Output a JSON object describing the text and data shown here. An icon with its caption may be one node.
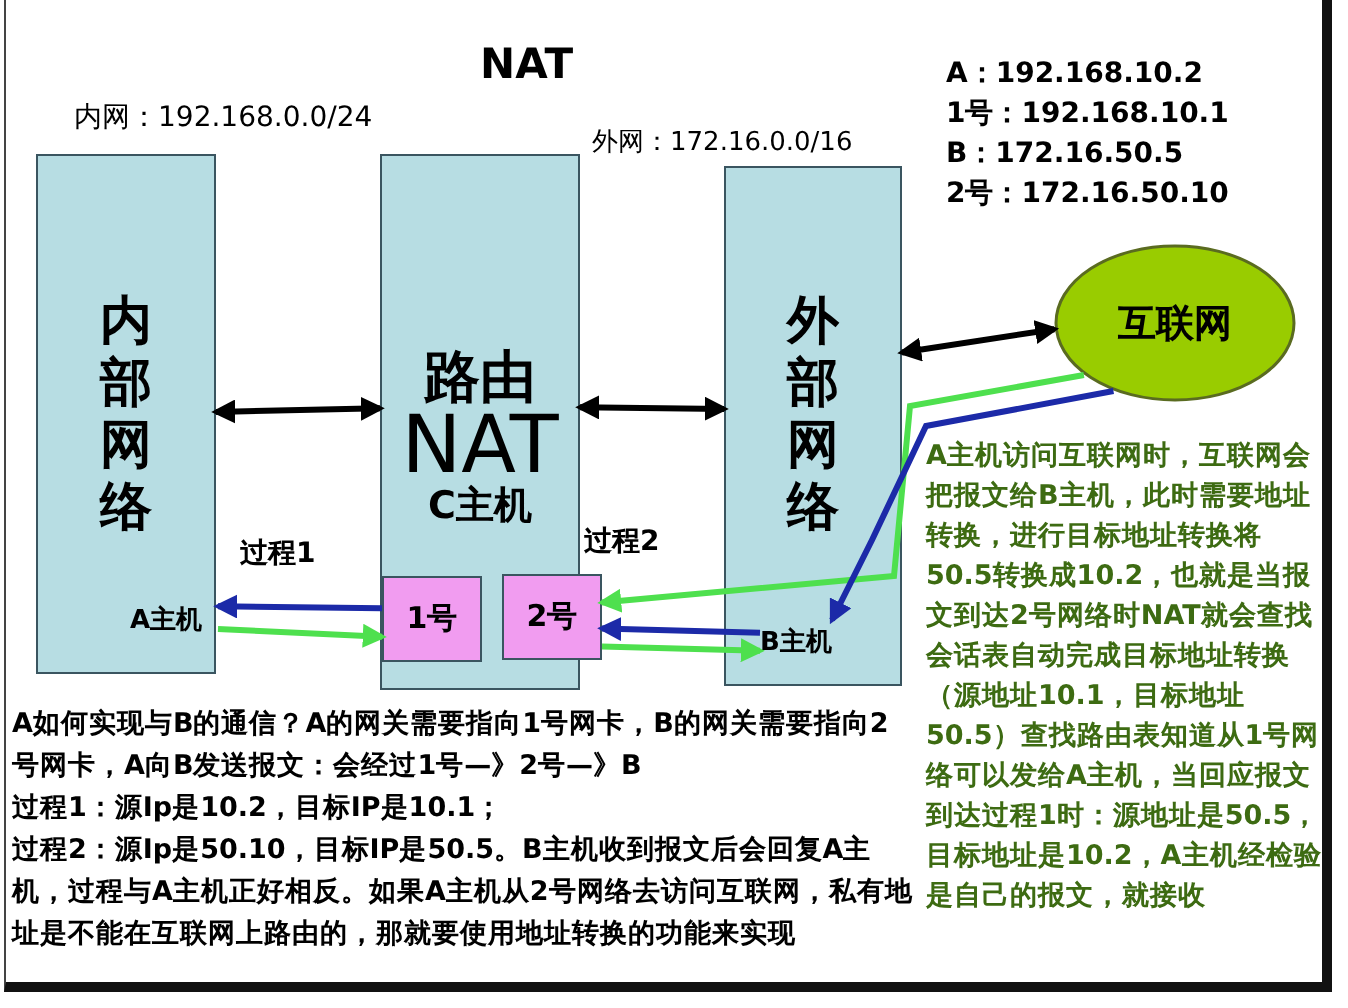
{
  "diagram": {
    "title": "NAT",
    "nodes": [
      {
        "text": [
          "内部网络"
        ]
      },
      {
        "text": [
          "路由",
          "NAT",
          "C主机"
        ]
      },
      {
        "text": [
          "1号"
        ],
        "in": 1
      },
      {
        "text": [
          "2号"
        ]
      },
      {
        "text": [
          "外部网络"
        ]
      },
      {
        "text": [
          "互联网"
        ]
      },
      {
        "text": [
          "A主机"
        ],
        "in": 0
      },
      {
        "text": [
          "B主机"
        ],
        "in": 4
      }
    ],
    "edges": [
      {
        "from": 0,
        "to": 1,
        "arrow": "both"
      },
      {
        "from": 1,
        "to": 4,
        "arrow": "both"
      },
      {
        "from": 5,
        "to": 4,
        "arrow": "both"
      },
      {
        "from": 2,
        "to": 6,
        "arrow": "to",
        "color": "#1c2aa8"
      },
      {
        "from": 6,
        "to": 2,
        "arrow": "to",
        "color": "#4ee04e"
      },
      {
        "from": 5,
        "to": 3,
        "arrow": "to",
        "color": "#4ee04e"
      },
      {
        "from": 5,
        "to": 7,
        "arrow": "to",
        "color": "#1c2aa8"
      },
      {
        "from": 7,
        "to": 3,
        "arrow": "to",
        "color": "#1c2aa8"
      },
      {
        "from": 3,
        "to": 7,
        "arrow": "to",
        "color": "#4ee04e"
      }
    ],
    "labels": [
      "内网：192.168.0.0/24",
      "外网：172.16.0.0/16",
      "A：192.168.10.2",
      "1号：192.168.10.1",
      "B：172.16.50.5",
      "2号：172.16.50.10",
      "过程1",
      "过程2",
      "A如何实现与B的通信？A的网关需要指向1号网卡，B的网关需要指向2号网卡，A向B发送报文：会经过1号—》2号—》B",
      "过程1：源Ip是10.2，目标IP是10.1；",
      "过程2：源Ip是50.10，目标IP是50.5。B主机收到报文后会回复A主机，过程与A主机正好相反。如果A主机从2号网络去访问互联网，私有地址是不能在互联网上路由的，那就要使用地址转换的功能来实现",
      "A主机访问互联网时，互联网会把报文给B主机，此时需要地址转换，进行目标地址转换将50.5转换成10.2，也就是当报文到达2号网络时NAT就会查找会话表自动完成目标地址转换（源地址10.1，目标地址50.5）查找路由表知道从1号网络可以发给A主机，当回应报文到达过程1时：源地址是50.5，目标地址是10.2，A主机经检验是自己的报文，就接收"
    ]
  }
}
